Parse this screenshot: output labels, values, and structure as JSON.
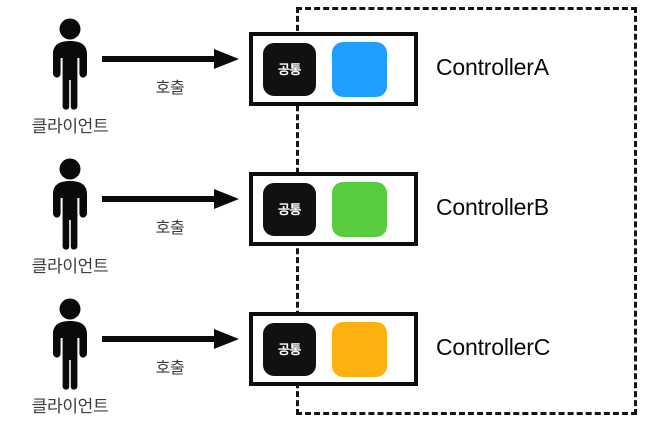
{
  "diagram": {
    "title": "Controller dispatch diagram",
    "background_color": "#ffffff",
    "server_container": {
      "name": "server-boundary",
      "border_style": "dashed",
      "border_color": "#151515"
    },
    "rows": [
      {
        "client": {
          "icon": "person-icon",
          "label": "클라이언트"
        },
        "arrow": {
          "icon": "arrow-right-icon",
          "label": "호출"
        },
        "controller": {
          "common_label": "공통",
          "color": "#1e9fff",
          "color_name": "blue",
          "name": "ControllerA"
        }
      },
      {
        "client": {
          "icon": "person-icon",
          "label": "클라이언트"
        },
        "arrow": {
          "icon": "arrow-right-icon",
          "label": "호출"
        },
        "controller": {
          "common_label": "공통",
          "color": "#58cc3c",
          "color_name": "green",
          "name": "ControllerB"
        }
      },
      {
        "client": {
          "icon": "person-icon",
          "label": "클라이언트"
        },
        "arrow": {
          "icon": "arrow-right-icon",
          "label": "호출"
        },
        "controller": {
          "common_label": "공통",
          "color": "#fdb010",
          "color_name": "orange",
          "name": "ControllerC"
        }
      }
    ]
  }
}
